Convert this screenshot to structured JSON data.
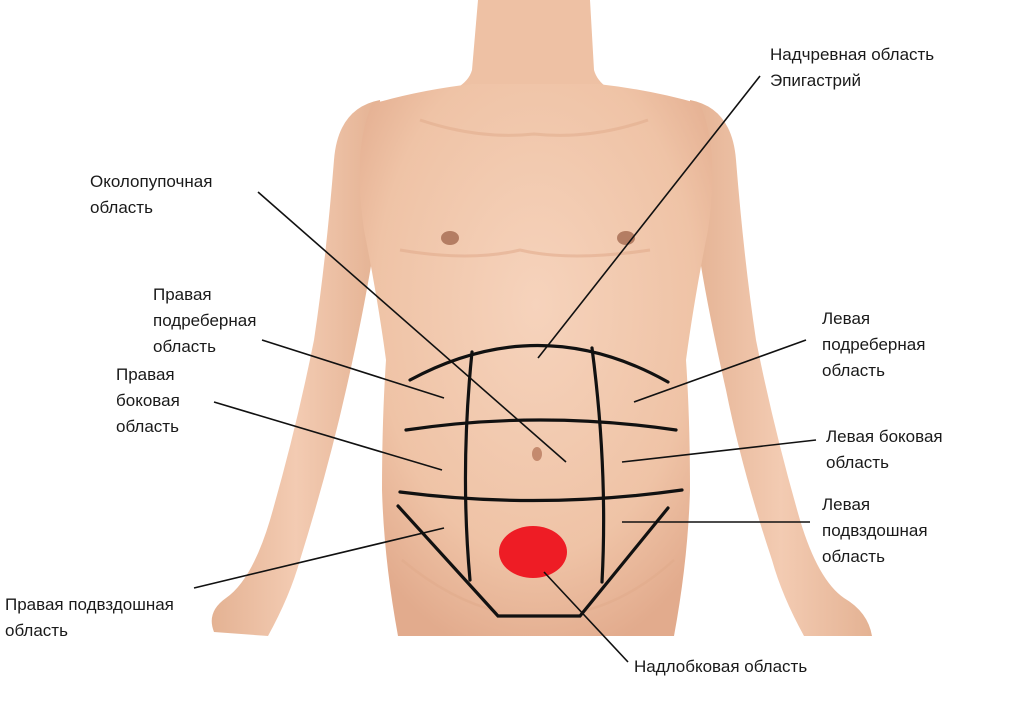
{
  "colors": {
    "skin": "#f2c9ae",
    "skin_shadow": "#e0aa8a",
    "nipple": "#b07a62",
    "region_lines": "#111111",
    "leader_lines": "#111111",
    "suprapubic_marker": "#ee1c25",
    "background": "#ffffff"
  },
  "labels": {
    "epigastric": {
      "line1": "Надчревная область",
      "line2": "Эпигастрий"
    },
    "umbilical": {
      "line1": "Околопупочная",
      "line2": "область"
    },
    "right_hypochondriac": {
      "line1": "Правая",
      "line2": "подреберная",
      "line3": "область"
    },
    "right_lateral": {
      "line1": "Правая",
      "line2": "боковая",
      "line3": "область"
    },
    "left_hypochondriac": {
      "line1": "Левая",
      "line2": "подреберная",
      "line3": "область"
    },
    "left_lateral": {
      "line1": "Левая боковая",
      "line2": "область"
    },
    "left_iliac": {
      "line1": "Левая",
      "line2": "подвздошная",
      "line3": "область"
    },
    "right_iliac": {
      "line1": "Правая подвздошная",
      "line2": "область"
    },
    "suprapubic": {
      "line1": "Надлобковая область"
    }
  },
  "marker": {
    "name": "suprapubic-marker",
    "color": "#ee1c25"
  }
}
